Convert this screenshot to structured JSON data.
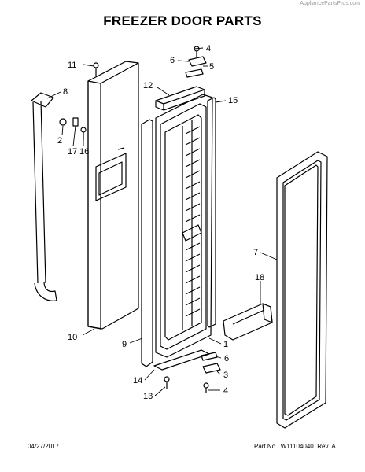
{
  "watermark": "AppliancePartsPros.com",
  "title": "FREEZER DOOR PARTS",
  "footer": {
    "date": "04/27/2017",
    "part_label": "Part No.",
    "part_number": "W11104040",
    "rev_label": "Rev.",
    "rev": "A"
  },
  "callouts": {
    "c1": "1",
    "c2": "2",
    "c3": "3",
    "c4_top": "4",
    "c4_bottom": "4",
    "c5": "5",
    "c6_top": "6",
    "c6_bottom": "6",
    "c7": "7",
    "c8": "8",
    "c9": "9",
    "c10": "10",
    "c11": "11",
    "c12": "12",
    "c13": "13",
    "c14": "14",
    "c15": "15",
    "c16": "16",
    "c17": "17",
    "c18": "18"
  }
}
